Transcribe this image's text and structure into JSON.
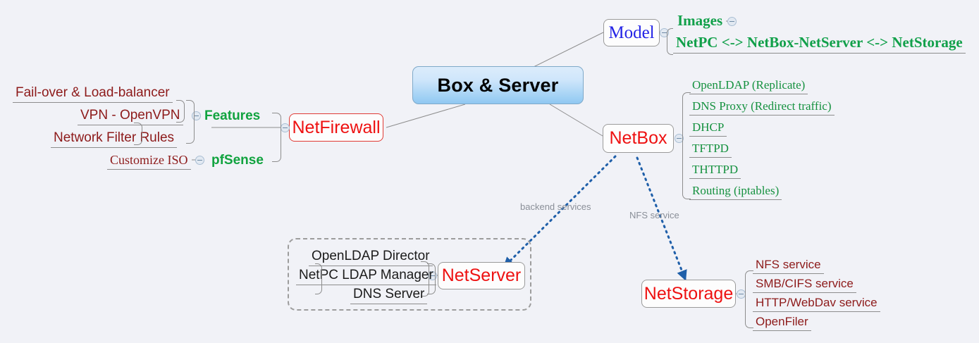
{
  "diagram": {
    "title": "Box & Server",
    "background_color": "#f1f2f7",
    "central_node": {
      "label": "Box & Server"
    },
    "colors": {
      "red": "#ee1111",
      "dark_red": "#8d1a1a",
      "green": "#15913f",
      "blue": "#2323e6",
      "arrow_blue": "#1f5fa9",
      "edge_gray": "#8d8d8d"
    }
  },
  "nodes": {
    "model": {
      "label": "Model"
    },
    "netfirewall": {
      "label": "NetFirewall"
    },
    "netbox": {
      "label": "NetBox"
    },
    "netserver": {
      "label": "NetServer"
    },
    "netstorage": {
      "label": "NetStorage"
    }
  },
  "model_branch": {
    "items": [
      {
        "label": "Images"
      },
      {
        "label": "NetPC <-> NetBox-NetServer <-> NetStorage"
      }
    ]
  },
  "netfirewall_branch": {
    "features": {
      "label": "Features"
    },
    "feature_items": [
      {
        "label": "Fail-over & Load-balancer"
      },
      {
        "label": "VPN - OpenVPN"
      },
      {
        "label": "Network Filter Rules"
      }
    ],
    "pfsense": {
      "label": "pfSense"
    },
    "pfsense_items": [
      {
        "label": "Customize ISO"
      }
    ]
  },
  "netbox_branch": {
    "items": [
      {
        "label": "OpenLDAP (Replicate)"
      },
      {
        "label": "DNS Proxy (Redirect traffic)"
      },
      {
        "label": "DHCP"
      },
      {
        "label": "TFTPD"
      },
      {
        "label": "THTTPD"
      },
      {
        "label": "Routing (iptables)"
      }
    ]
  },
  "netserver_branch": {
    "items": [
      {
        "label": "OpenLDAP Director"
      },
      {
        "label": "NetPC LDAP Manager"
      },
      {
        "label": "DNS Server"
      }
    ]
  },
  "netstorage_branch": {
    "items": [
      {
        "label": "NFS service"
      },
      {
        "label": "SMB/CIFS service"
      },
      {
        "label": "HTTP/WebDav service"
      },
      {
        "label": "OpenFiler"
      }
    ]
  },
  "relations": [
    {
      "label": "backend services",
      "from": "netbox",
      "to": "netserver"
    },
    {
      "label": "NFS service",
      "from": "netbox",
      "to": "netstorage"
    }
  ]
}
